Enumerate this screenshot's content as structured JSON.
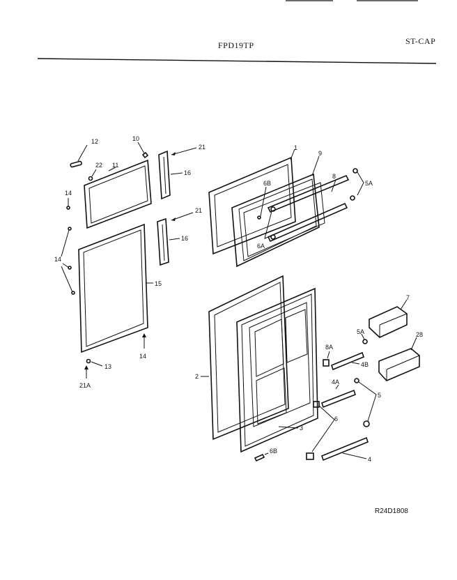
{
  "header": {
    "model": "FPD19TP",
    "code": "ST-CAP"
  },
  "reference": "R24D1808",
  "callouts": {
    "c1": "1",
    "c2": "2",
    "c3": "3",
    "c4": "4",
    "c4A": "4A",
    "c4B": "4B",
    "c5": "5",
    "c5A_top": "5A",
    "c5A_mid": "5A",
    "c6": "6",
    "c6A": "6A",
    "c6B_top": "6B",
    "c6B_bottom": "6B",
    "c7": "7",
    "c8": "8",
    "c8A": "8A",
    "c9": "9",
    "c10": "10",
    "c11": "11",
    "c12": "12",
    "c13": "13",
    "c14_top": "14",
    "c14_mid": "14",
    "c14_bottom": "14",
    "c15": "15",
    "c16_top": "16",
    "c16_bottom": "16",
    "c21_top": "21",
    "c21_mid": "21",
    "c21A": "21A",
    "c22": "22",
    "c28": "28"
  }
}
